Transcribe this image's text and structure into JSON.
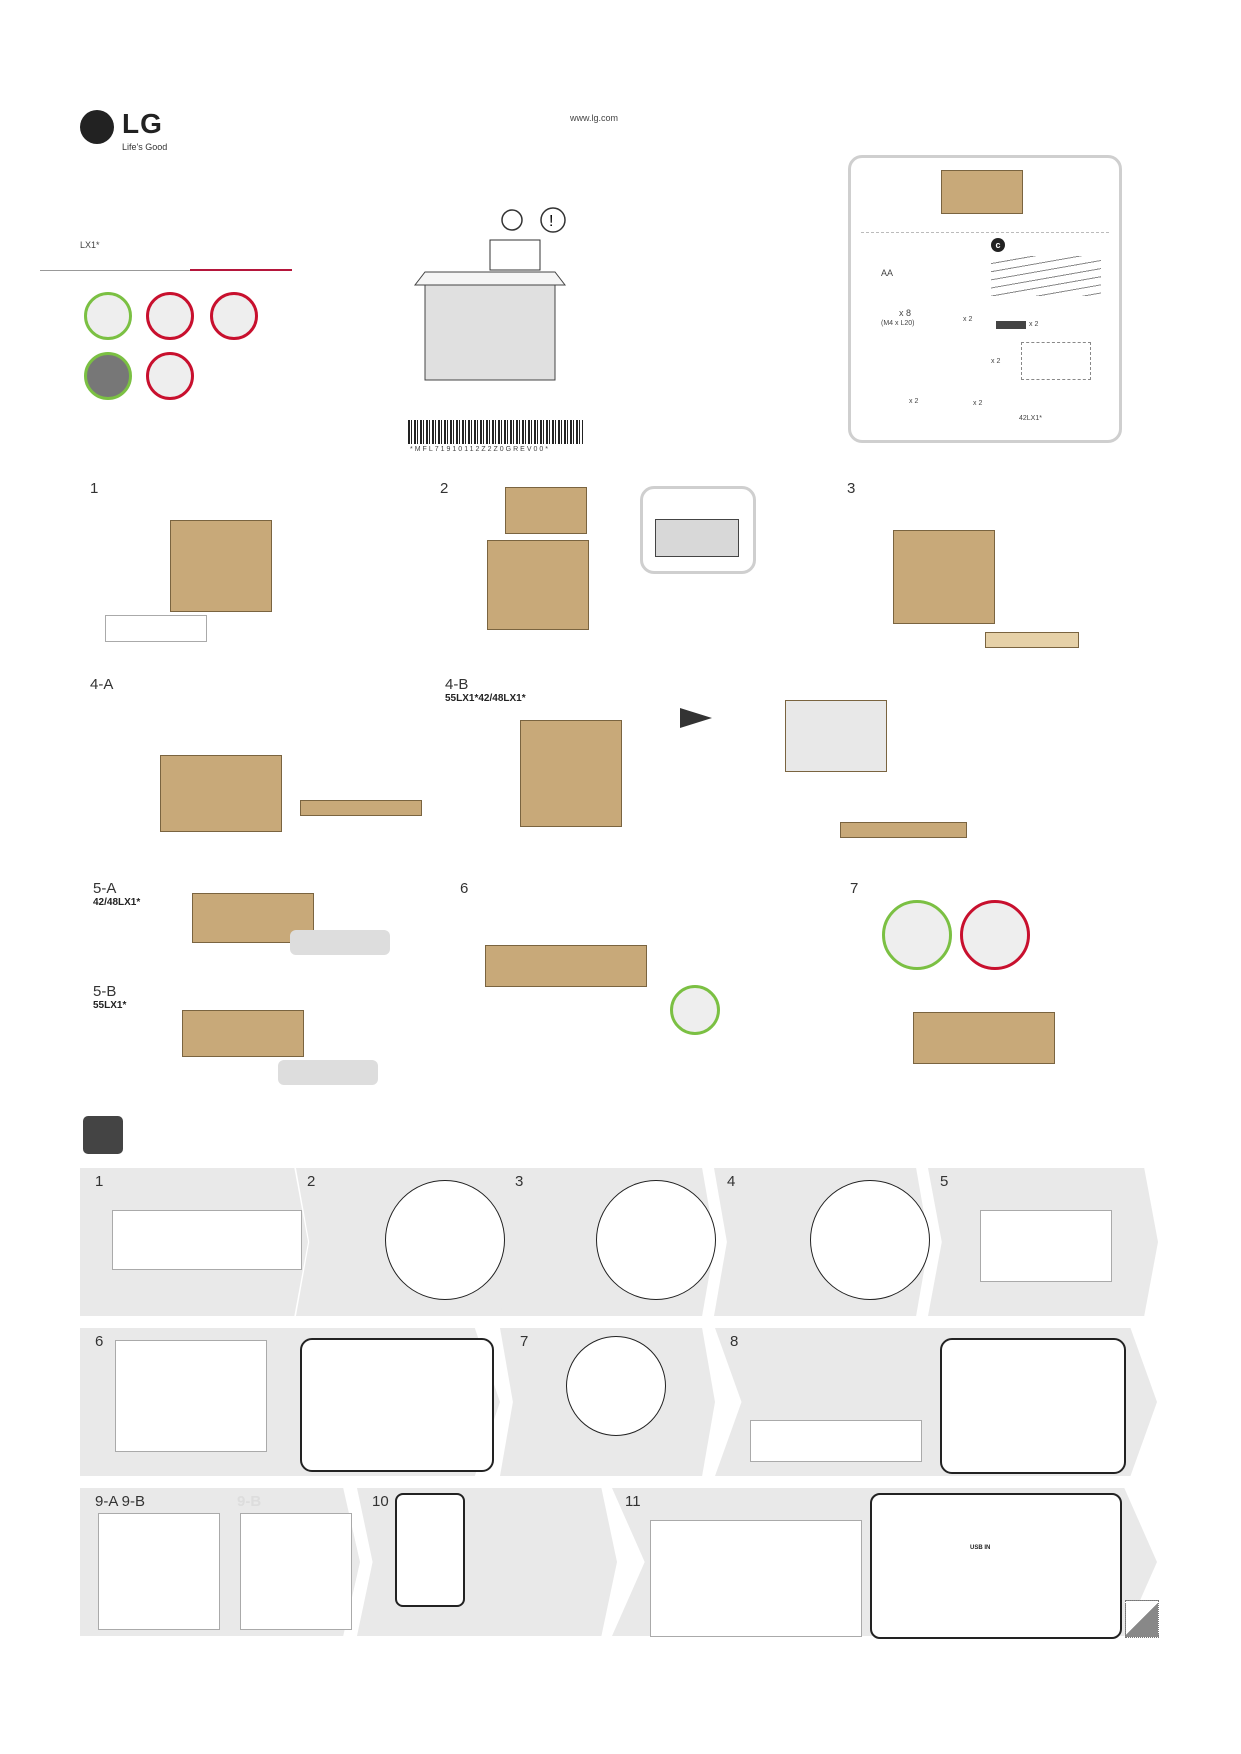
{
  "brand": {
    "name": "LG",
    "tagline": "Life's Good"
  },
  "website": "www.lg.com",
  "model": "LX1*",
  "barcode_text": "*MFL71910112Z2Z0GREV00*",
  "parts_labels": {
    "c": "c",
    "d_qty": "x 8",
    "d_spec": "(M4 x L20)",
    "e_qty": "x 2",
    "f_qty": "x 2",
    "i_qty": "x 2",
    "k_qty": "x 2",
    "l_qty": "x 2",
    "m_model": "42LX1*",
    "battery": "AA"
  },
  "unpack_steps": [
    {
      "num": "1"
    },
    {
      "num": "2"
    },
    {
      "num": "3"
    },
    {
      "num": "4-A"
    },
    {
      "num": "4-B",
      "sub": "55LX1*42/48LX1*"
    },
    {
      "num": "5-A",
      "sub": "42/48LX1*"
    },
    {
      "num": "5-B",
      "sub": "55LX1*"
    },
    {
      "num": "6"
    },
    {
      "num": "7"
    }
  ],
  "assembly_steps": [
    "1",
    "2",
    "3",
    "4",
    "5",
    "6",
    "7",
    "8",
    "9-A 9-B",
    "10",
    "11"
  ],
  "step9b_label": "9-B",
  "usb_label": "USB IN",
  "colors": {
    "accent_red": "#b5163b",
    "ok_green": "#7bc043",
    "no_red": "#c8102e",
    "box": "#c8a979"
  }
}
